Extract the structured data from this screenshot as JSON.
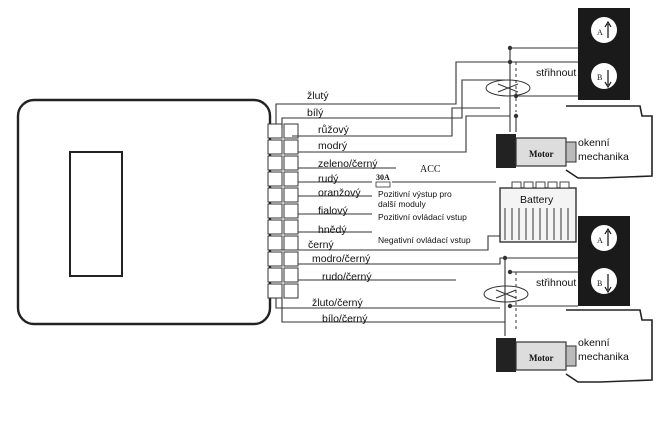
{
  "wires": {
    "zluty": "žlutý",
    "bily": "bílý",
    "ruzovy": "růžový",
    "modry": "modrý",
    "zeleno_cerny": "zeleno/černý",
    "rudy": "rudý",
    "oranzovy": "oranžový",
    "fialovy": "fialový",
    "hnedy": "hnědý",
    "cerny": "černý",
    "modro_cerny": "modro/černý",
    "rudo_cerny": "rudo/černý",
    "zluto_cerny": "žluto/černý",
    "bilo_cerny": "bílo/černý"
  },
  "labels": {
    "acc": "ACC",
    "fuse": "30A",
    "positive_out": "Pozitivní výstup pro",
    "positive_out_2": "další moduly",
    "positive_ctrl": "Pozitivní ovládací vstup",
    "negative_ctrl": "Negativní ovládací vstup",
    "battery": "Battery",
    "cut_top": "střihnout",
    "cut_bottom": "střihnout",
    "motor_top": "Motor",
    "motor_bottom": "Motor",
    "window_top_1": "okenní",
    "window_top_2": "mechanika",
    "window_bottom_1": "okenní",
    "window_bottom_2": "mechanika",
    "switch_a_top": "A",
    "switch_b_top": "B",
    "switch_a_bottom": "A",
    "switch_b_bottom": "B"
  }
}
